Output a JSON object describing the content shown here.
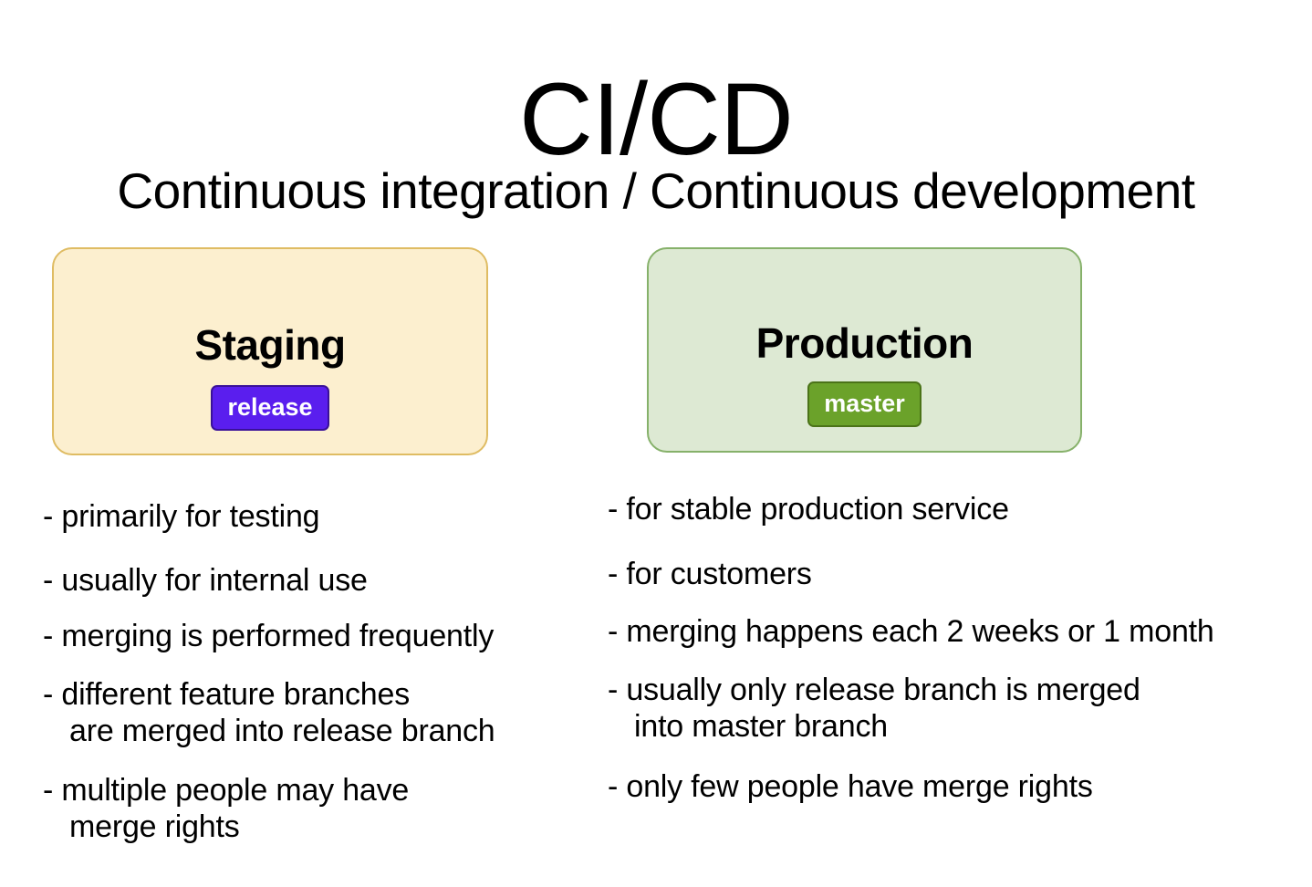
{
  "slide": {
    "title": "CI/CD",
    "subtitle": "Continuous integration / Continuous development",
    "background_color": "#ffffff",
    "text_color": "#000000"
  },
  "cards": [
    {
      "id": "staging",
      "title": "Staging",
      "badge_label": "release",
      "fill_color": "#fcefcf",
      "border_color": "#dfbc63",
      "badge_color": "#5a1eee",
      "badge_border_color": "#3a1199",
      "badge_text_color": "#ffffff"
    },
    {
      "id": "production",
      "title": "Production",
      "badge_label": "master",
      "fill_color": "#dde9d3",
      "border_color": "#86b16a",
      "badge_color": "#6ba22a",
      "badge_border_color": "#4b7318",
      "badge_text_color": "#ffffff"
    }
  ],
  "columns": {
    "staging": {
      "bullets": [
        {
          "line1": "- primarily for testing",
          "line2": ""
        },
        {
          "line1": "- usually for internal use",
          "line2": ""
        },
        {
          "line1": "- merging is performed frequently",
          "line2": ""
        },
        {
          "line1": "- different feature branches",
          "line2": "are merged into release branch"
        },
        {
          "line1": "- multiple people may have",
          "line2": "merge rights"
        }
      ]
    },
    "production": {
      "bullets": [
        {
          "line1": "- for stable production service",
          "line2": ""
        },
        {
          "line1": "- for customers",
          "line2": ""
        },
        {
          "line1": "- merging happens each 2 weeks or 1 month",
          "line2": ""
        },
        {
          "line1": "- usually only release branch is merged",
          "line2": "into master branch"
        },
        {
          "line1": "- only few people have merge rights",
          "line2": ""
        }
      ]
    }
  }
}
